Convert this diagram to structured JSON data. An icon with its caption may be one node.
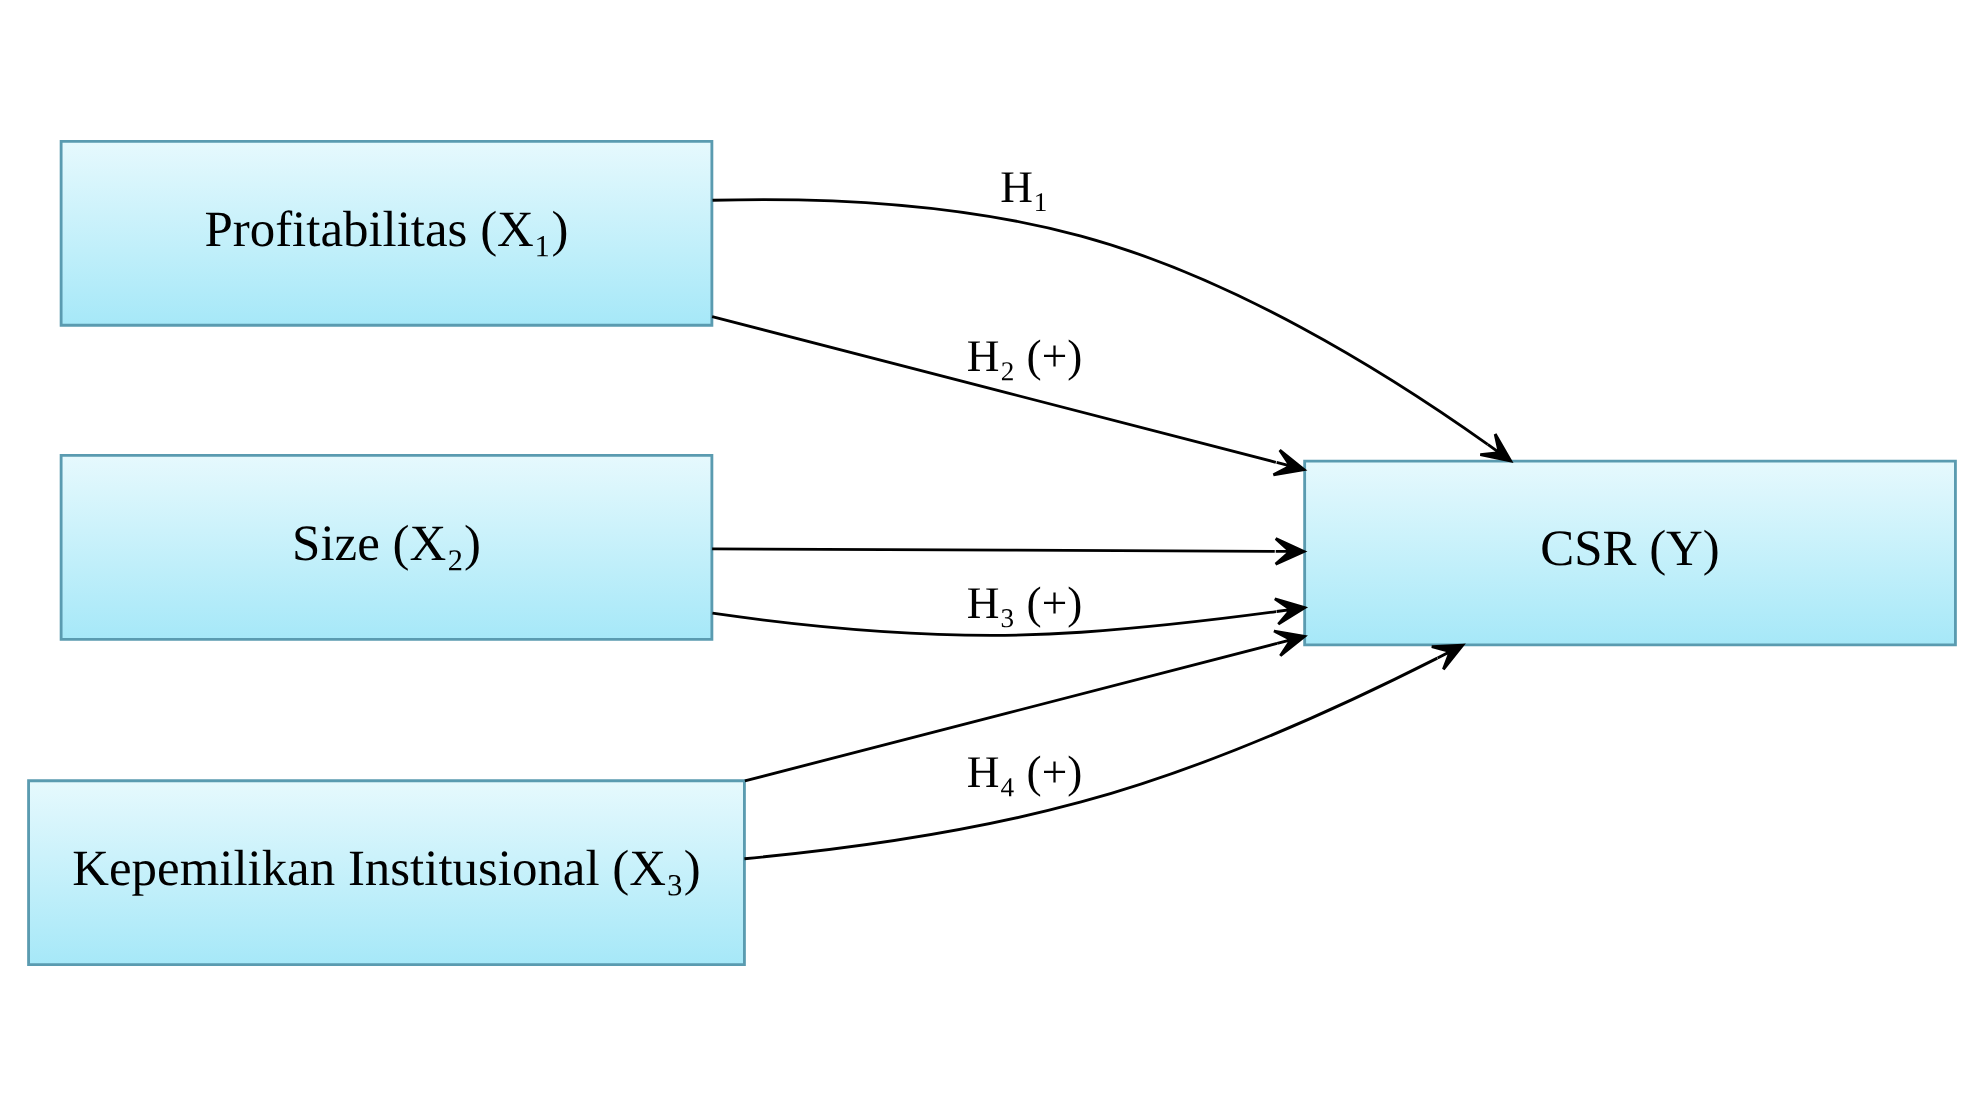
{
  "diagram": {
    "nodes": [
      {
        "text": [
          "Profitabilitas (X₁)"
        ]
      },
      {
        "text": [
          "Size (X₂)"
        ]
      },
      {
        "text": [
          "Kepemilikan Institusional (X₃)"
        ]
      },
      {
        "text": [
          "CSR (Y)"
        ]
      }
    ],
    "edges": [
      {
        "from": 0,
        "to": 3,
        "arrow": "to",
        "label": "H₁"
      },
      {
        "from": 1,
        "to": 3,
        "arrow": "to"
      },
      {
        "from": 2,
        "to": 3,
        "arrow": "to"
      },
      {
        "from": 0,
        "to": 3,
        "arrow": "to",
        "label": "H₂ (+)"
      },
      {
        "from": 1,
        "to": 3,
        "arrow": "to",
        "label": "H₃ (+)"
      },
      {
        "from": 2,
        "to": 3,
        "arrow": "to",
        "label": "H₄ (+)"
      }
    ]
  }
}
